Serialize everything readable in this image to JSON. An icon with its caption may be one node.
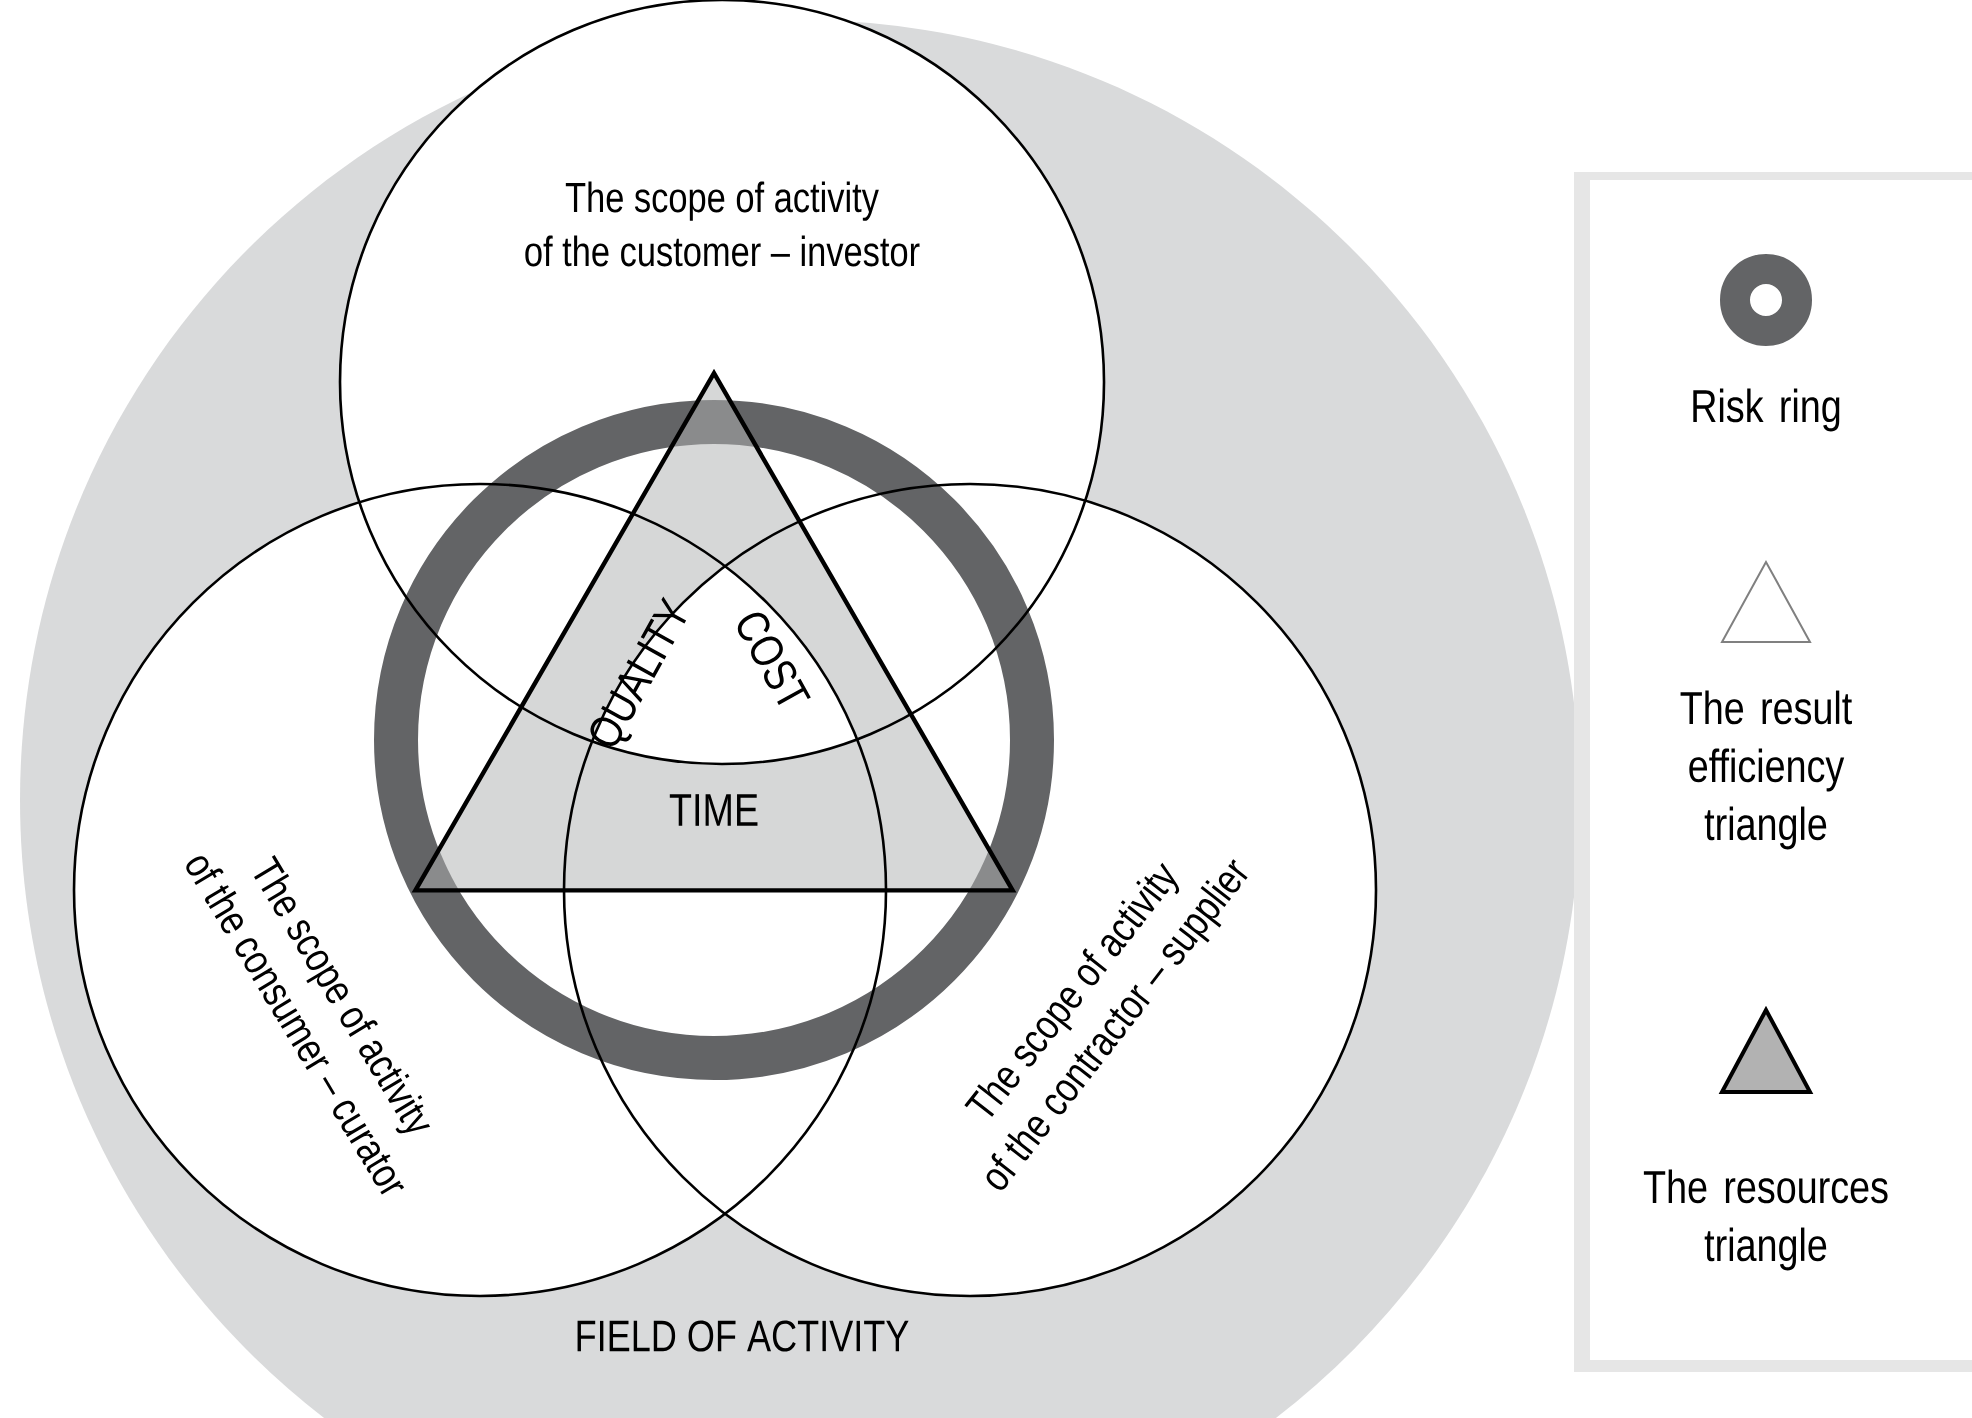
{
  "diagram": {
    "nodes": [
      {
        "text": [
          "FIELD OF ACTIVITY"
        ]
      },
      {
        "text": [
          "The scope of activity of the customer – investor"
        ],
        "in": 0
      },
      {
        "text": [
          "The scope of activity of the consumer – curator"
        ],
        "in": 0
      },
      {
        "text": [
          "The scope of activity of the contractor – supplier"
        ],
        "in": 0
      },
      {
        "text": [
          "QUALITY",
          "COST",
          "TIME"
        ],
        "in": 0
      }
    ],
    "legend": [
      {
        "text": "Risk ring"
      },
      {
        "text": "The result efficiency triangle"
      },
      {
        "text": "The resources triangle"
      }
    ]
  }
}
